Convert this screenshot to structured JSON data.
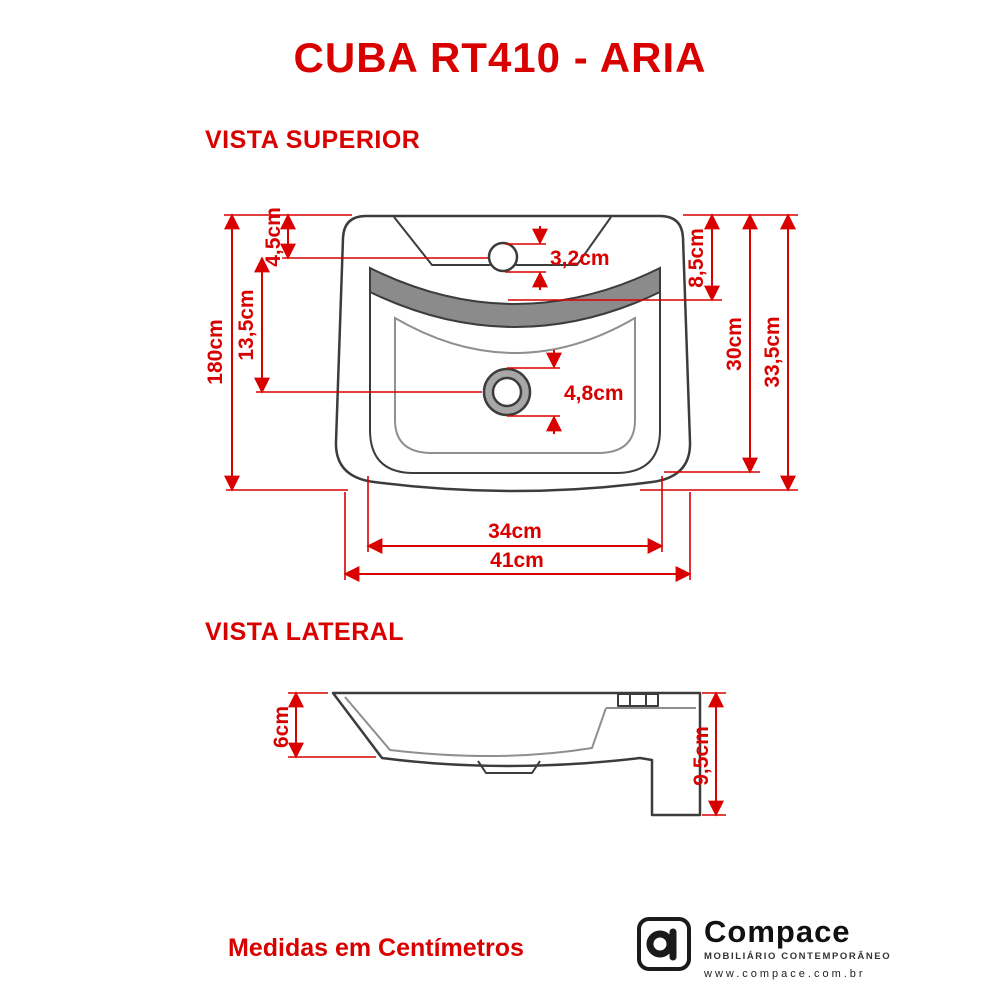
{
  "page": {
    "title": "CUBA RT410 - ARIA",
    "footer_note": "Medidas em Centímetros"
  },
  "sections": {
    "top_view_label": "VISTA SUPERIOR",
    "side_view_label": "VISTA LATERAL"
  },
  "top_view": {
    "dims": {
      "faucet_hole_diameter": "3,2cm",
      "top_to_faucet": "4,5cm",
      "faucet_to_drain": "13,5cm",
      "left_overall": "180cm",
      "top_to_overflow": "8,5cm",
      "inner_depth": "30cm",
      "overall_depth": "33,5cm",
      "drain_diameter": "4,8cm",
      "inner_width": "34cm",
      "overall_width": "41cm"
    }
  },
  "side_view": {
    "dims": {
      "front_height": "6cm",
      "overall_height": "9,5cm"
    }
  },
  "brand": {
    "name": "Compace",
    "tagline": "MOBILIÁRIO CONTEMPORÂNEO",
    "website": "www.compace.com.br"
  },
  "colors": {
    "accent": "#d90000",
    "line_dark": "#3c3c3c"
  }
}
